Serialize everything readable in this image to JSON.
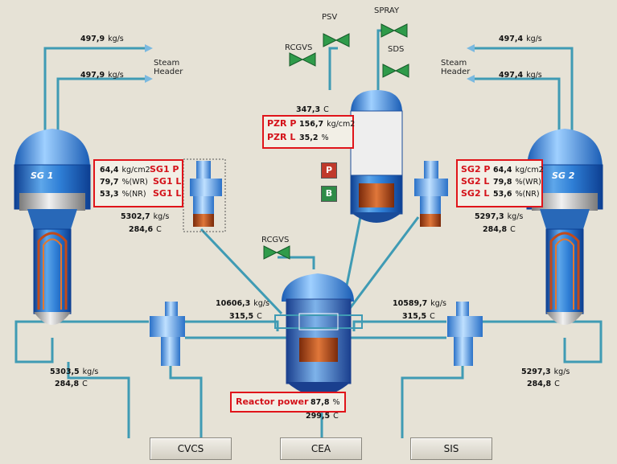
{
  "psv_label": "PSV",
  "spray_label": "SPRAY",
  "sds_label": "SDS",
  "rcgvs_top_label": "RCGVS",
  "rcgvs_mid_label": "RCGVS",
  "steam_header_left": "Steam\nHeader",
  "steam_header_right": "Steam\nHeader",
  "flow_left_1": "497,9",
  "flow_left_2": "497,9",
  "flow_right_1": "497,4",
  "flow_right_2": "497,4",
  "flow_unit": "kg/s",
  "sg1": {
    "name": "SG 1",
    "pressure": "64,4",
    "pressure_unit": "kg/cm2",
    "pressure_tag": "SG1 P",
    "wr": "79,7",
    "wr_unit": "%(WR)",
    "wr_tag": "SG1 L",
    "nr": "53,3",
    "nr_unit": "%(NR)",
    "nr_tag": "SG1 L",
    "outflow": "5302,7",
    "outtemp": "284,6"
  },
  "sg2": {
    "name": "SG 2",
    "pressure": "64,4",
    "pressure_unit": "kg/cm2",
    "pressure_tag": "SG2 P",
    "wr": "79,8",
    "wr_unit": "%(WR)",
    "wr_tag": "SG2 L",
    "nr": "53,6",
    "nr_unit": "%(NR)",
    "nr_tag": "SG2 L",
    "outflow": "5297,3",
    "outtemp": "284,8"
  },
  "pzr": {
    "temp": "347,3",
    "temp_unit": "C",
    "p_tag": "PZR P",
    "pressure": "156,7",
    "pressure_unit": "kg/cm2",
    "l_tag": "PZR L",
    "level": "35,2",
    "level_unit": "%"
  },
  "btn_p": "P",
  "btn_b": "B",
  "hotleg_left": {
    "flow": "10606,3",
    "temp": "315,5"
  },
  "hotleg_right": {
    "flow": "10589,7",
    "temp": "315,5"
  },
  "coldleg_left": {
    "flow": "5303,5",
    "temp": "284,8"
  },
  "coldleg_right": {
    "flow": "5297,3",
    "temp": "284,8"
  },
  "temp_unit": "C",
  "reactor": {
    "label": "Reactor power",
    "value": "87,8",
    "unit": "%",
    "temp": "299,5",
    "temp_unit": "C"
  },
  "buttons": {
    "cvcs": "CVCS",
    "cea": "CEA",
    "sis": "SIS"
  }
}
